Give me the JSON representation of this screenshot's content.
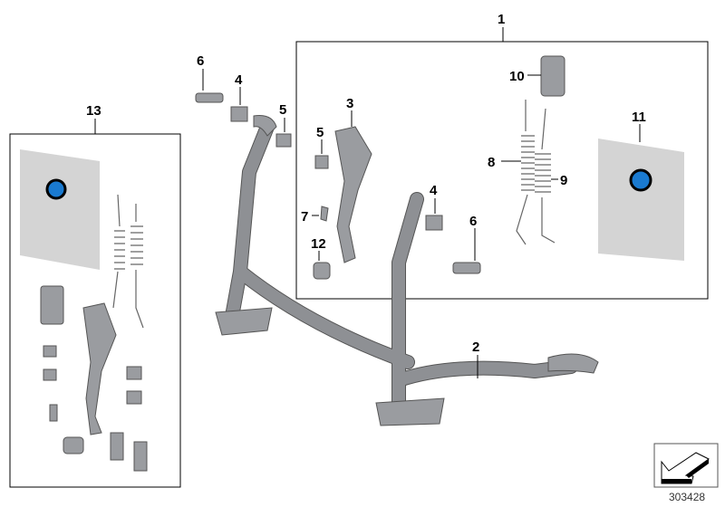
{
  "diagram": {
    "callouts": {
      "c1": "1",
      "c2": "2",
      "c3": "3",
      "c4a": "4",
      "c4b": "4",
      "c5a": "5",
      "c5b": "5",
      "c6a": "6",
      "c6b": "6",
      "c7": "7",
      "c8": "8",
      "c9": "9",
      "c10": "10",
      "c11": "11",
      "c12": "12",
      "c13": "13"
    },
    "reference_number": "303428",
    "colors": {
      "part": "#9a9ca0",
      "sticker": "#d4d4d4",
      "brand_blue": "#1a7ad0"
    }
  }
}
